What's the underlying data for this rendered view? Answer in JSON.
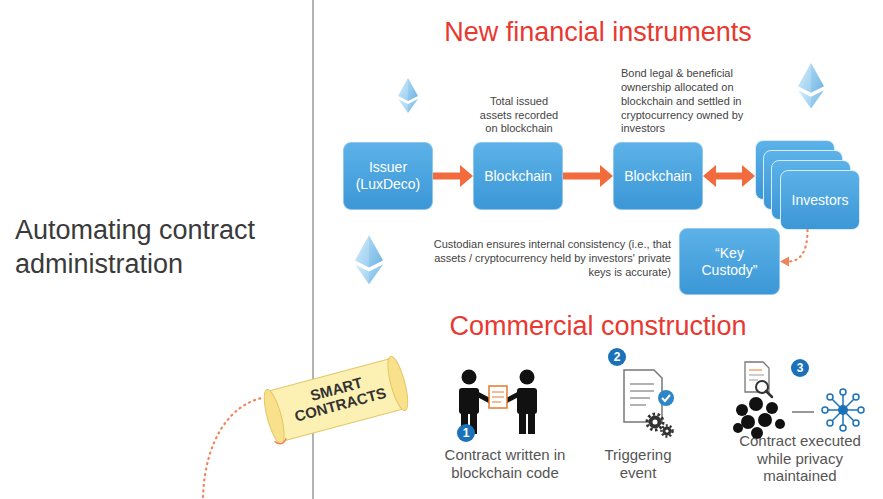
{
  "diagram": {
    "title": "Automating contract administration",
    "nodes": [
      {
        "text": [
          "Issuer (LuxDeco)"
        ]
      },
      {
        "text": [
          "Total issued assets recorded on blockchain",
          "Blockchain"
        ]
      },
      {
        "text": [
          "Bond legal & beneficial ownership allocated on blockchain and settled in cryptocurrency owned by investors",
          "Blockchain"
        ]
      },
      {
        "text": [
          "Investors"
        ]
      },
      {
        "text": [
          "“Key Custody”",
          "Custodian ensures internal consistency (i.e., that assets / cryptocurrency held by investors' private keys is accurate)"
        ]
      }
    ],
    "edges": [
      {
        "from": 0,
        "to": 1,
        "arrow": "to"
      },
      {
        "from": 1,
        "to": 2,
        "arrow": "to"
      },
      {
        "from": 2,
        "to": 3,
        "arrow": "both"
      },
      {
        "from": 3,
        "to": 4,
        "arrow": "to"
      }
    ],
    "labels": [
      "New financial instruments",
      "Commercial construction",
      "SMART CONTRACTS",
      "1",
      "Contract written in blockchain code",
      "2",
      "Triggering event",
      "3",
      "Contract executed while privacy maintained"
    ]
  }
}
